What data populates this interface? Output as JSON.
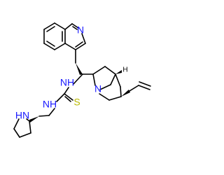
{
  "molecule": {
    "atom_labels": {
      "n_quinoline": "N",
      "nh_thiourea_top": "NH",
      "s_thio": "S",
      "nh_thiourea_bottom": "NH",
      "nh_pyrrolidine": "HN",
      "n_quinuclidine": "N",
      "h_bridgehead": "H"
    },
    "colors": {
      "bond": "#000000",
      "nitrogen": "#1818ff",
      "sulfur": "#b8b800",
      "hydrogen": "#000000"
    }
  }
}
